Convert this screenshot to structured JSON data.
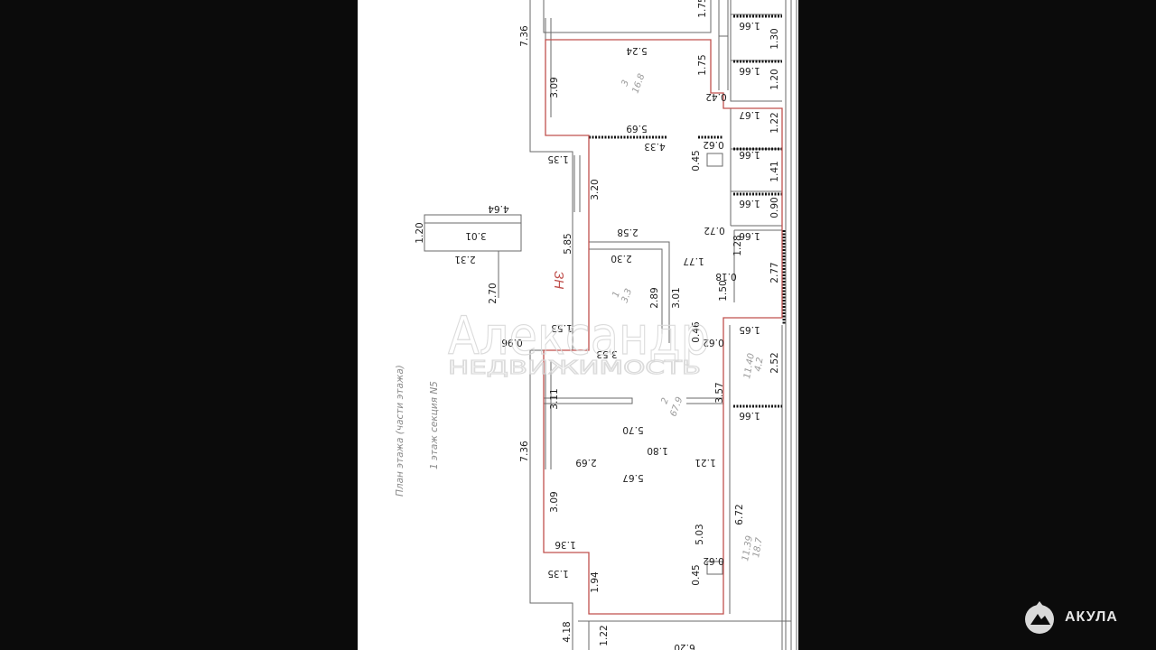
{
  "plan": {
    "title": "План этажа (части этажа)",
    "subtitle": "1 этаж секция N5",
    "marker": "ЗН",
    "watermark": {
      "line1": "Александр",
      "line2": "НЕДВИЖИМОСТЬ"
    },
    "rooms": [
      {
        "num": "3",
        "area": "16.8"
      },
      {
        "num": "1",
        "area": "3.3"
      },
      {
        "num": "2",
        "area": "67.9"
      },
      {
        "num": "11.40",
        "area": "4.2"
      },
      {
        "num": "11.39",
        "area": "18.7"
      }
    ],
    "dims_h": [
      "5.24",
      "5.69",
      "4.33",
      "1.35",
      "4.64",
      "3.01",
      "2.31",
      "2.58",
      "2.30",
      "0.72",
      "1.77",
      "1.67",
      "1.66",
      "1.66",
      "1.66",
      "1.66",
      "1.66",
      "0.42",
      "0.62",
      "0.18",
      "0.96",
      "1.53",
      "3.53",
      "0.62",
      "1.65",
      "1.66",
      "5.70",
      "1.80",
      "2.69",
      "1.21",
      "5.67",
      "1.36",
      "1.35",
      "0.62",
      "6.20"
    ],
    "dims_v": [
      "7.36",
      "1.75",
      "1.75",
      "3.09",
      "1.30",
      "1.20",
      "1.22",
      "1.41",
      "0.90",
      "3.20",
      "1.20",
      "5.85",
      "1.28",
      "2.77",
      "2.70",
      "2.89",
      "3.01",
      "1.50",
      "0.45",
      "0.46",
      "2.52",
      "3.57",
      "3.11",
      "7.36",
      "3.09",
      "6.72",
      "5.03",
      "0.45",
      "1.94",
      "4.18",
      "1.22"
    ]
  },
  "brand": {
    "name": "АКУЛА",
    "icon": "shark-logo-icon"
  },
  "colors": {
    "background": "#0b0b0b",
    "unit_outline": "#c0504d",
    "wall": "#555555"
  }
}
